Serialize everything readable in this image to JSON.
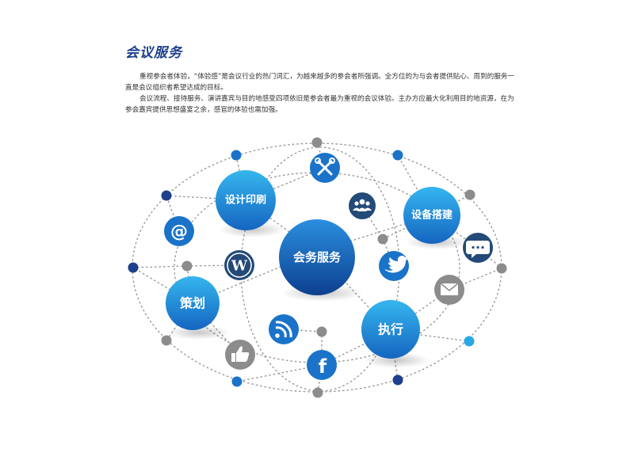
{
  "header": {
    "title": "会议服务"
  },
  "intro": {
    "paragraph1": "重视参会者体验，“体验感”是会议行业的热门词汇，为越来越多的参会者所强调。全方位的为与会者提供贴心、周到的服务一直是会议组织者希望达成的目标。",
    "paragraph2": "会议流程、接待服务、演讲嘉宾与目的地感受四项依旧是参会者最为重视的会议体验。主办方应最大化利用目的地资源，在为参会嘉宾提供思想盛宴之余，感官的体验也需加强。"
  },
  "diagram": {
    "center_label": "会务服务",
    "label_design": "设计印刷",
    "label_equipment": "设备搭建",
    "label_planning": "策划",
    "label_execution": "执行",
    "colors": {
      "dark_blue": "#1d3f8c",
      "mid_blue": "#1a73c9",
      "light_blue": "#29a8e6",
      "gray": "#8c8c8c",
      "navy": "#234a78"
    },
    "icons": [
      "tools-icon",
      "team-icon",
      "at-icon",
      "wordpress-icon",
      "twitter-icon",
      "chat-icon",
      "mail-icon",
      "rss-icon",
      "like-icon",
      "facebook-icon"
    ]
  }
}
